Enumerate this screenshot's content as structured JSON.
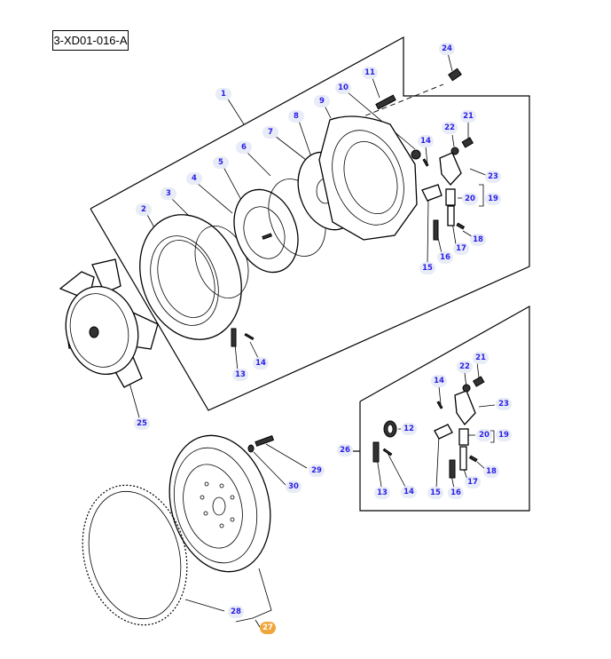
{
  "diagram": {
    "reference_code": "3-XD01-016-A",
    "accent_color": "#2a1ee6",
    "highlight_color": "#f0a53a",
    "callouts": [
      {
        "id": "c1",
        "label": "1"
      },
      {
        "id": "c2",
        "label": "2"
      },
      {
        "id": "c3",
        "label": "3"
      },
      {
        "id": "c4",
        "label": "4"
      },
      {
        "id": "c5",
        "label": "5"
      },
      {
        "id": "c6",
        "label": "6"
      },
      {
        "id": "c7",
        "label": "7"
      },
      {
        "id": "c8",
        "label": "8"
      },
      {
        "id": "c9",
        "label": "9"
      },
      {
        "id": "c10",
        "label": "10"
      },
      {
        "id": "c11",
        "label": "11"
      },
      {
        "id": "c24",
        "label": "24"
      },
      {
        "id": "c14a",
        "label": "14"
      },
      {
        "id": "c22a",
        "label": "22"
      },
      {
        "id": "c21a",
        "label": "21"
      },
      {
        "id": "c23a",
        "label": "23"
      },
      {
        "id": "c20a",
        "label": "20"
      },
      {
        "id": "c19a",
        "label": "19"
      },
      {
        "id": "c18a",
        "label": "18"
      },
      {
        "id": "c17a",
        "label": "17"
      },
      {
        "id": "c16a",
        "label": "16"
      },
      {
        "id": "c15a",
        "label": "15"
      },
      {
        "id": "c13a",
        "label": "13"
      },
      {
        "id": "c14b",
        "label": "14"
      },
      {
        "id": "c25",
        "label": "25"
      },
      {
        "id": "c22b",
        "label": "22"
      },
      {
        "id": "c21b",
        "label": "21"
      },
      {
        "id": "c14c",
        "label": "14"
      },
      {
        "id": "c23b",
        "label": "23"
      },
      {
        "id": "c12",
        "label": "12"
      },
      {
        "id": "c20b",
        "label": "20"
      },
      {
        "id": "c19b",
        "label": "19"
      },
      {
        "id": "c26",
        "label": "26"
      },
      {
        "id": "c18b",
        "label": "18"
      },
      {
        "id": "c17b",
        "label": "17"
      },
      {
        "id": "c13b",
        "label": "13"
      },
      {
        "id": "c14d",
        "label": "14"
      },
      {
        "id": "c15b",
        "label": "15"
      },
      {
        "id": "c16b",
        "label": "16"
      },
      {
        "id": "c29",
        "label": "29"
      },
      {
        "id": "c30",
        "label": "30"
      },
      {
        "id": "c28",
        "label": "28"
      },
      {
        "id": "c27",
        "label": "27",
        "highlighted": true
      }
    ]
  }
}
